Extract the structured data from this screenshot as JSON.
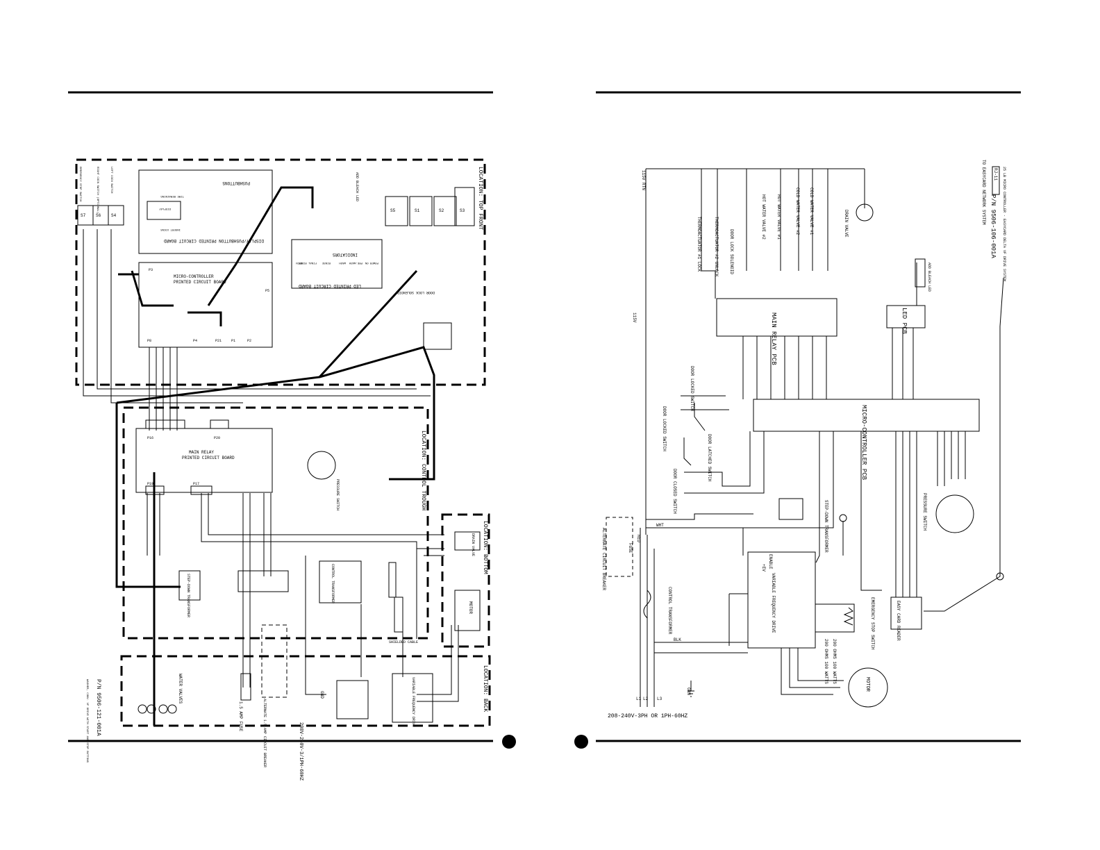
{
  "left_sheet": {
    "locations": {
      "top_front": "LOCATION: TOP FRONT",
      "control_trough": "LOCATION: CONTROL TROUGH",
      "bottom": "LOCATION: BOTTOM",
      "back": "LOCATION: BACK"
    },
    "boards": {
      "display": "DISPLAY/PUSHBUTTON PRINTED CIRCUIT BOARD",
      "pushbuttons": "PUSHBUTTONS",
      "micro": "MICRO-CONTROLLER",
      "micro2": "PRINTED CIRCUIT BOARD",
      "indicators": "INDICATORS",
      "led_board": "LED PRINTED CIRCUIT BOARD",
      "main_relay": "MAIN RELAY",
      "main_relay2": "PRINTED CIRCUIT BOARD"
    },
    "labels": {
      "add_bleach_led": "ADD BLEACH LED",
      "door_lock_solenoid": "DOOR LOCK SOLENOID",
      "pressure_switch": "PRESSURE SWITCH",
      "drain_valve": "DRAIN VALVE",
      "motor": "MOTOR",
      "step_down_transformer": "STEP-DOWN TRANSFORMER",
      "control_transformer": "CONTROL TRANSFORMER",
      "water_valves": "WATER VALVES",
      "fuse": "1.5 AMP FUSE",
      "alt_breaker": "ALTERNATE 1.5 AMP CIRCUIT BREAKER",
      "shielded_cable": "SHIELDED CABLE",
      "vfd": "VARIABLE FREQUENCY DRIVE",
      "gnd": "GND",
      "power_spec": "208V-240V-3/1PH-60HZ",
      "part_no": "P/N 9506-121-001A",
      "part_desc": "WASHER, CONV. VF DRIVE WITH START AND STOP BUTTONS",
      "s7": "S7",
      "s6": "S6",
      "s4": "S4",
      "s3": "S3",
      "s2": "S2",
      "s1": "S1",
      "s5": "S5",
      "emergency": "EMERGENCY STOP SWITCH",
      "right_coin": "RIGHT COIN SWITCH (OPTIONAL)",
      "left_coin": "LEFT COIN SWITCH",
      "p3": "P3",
      "p5": "P5",
      "p8": "P8",
      "p4": "P4",
      "p21": "P21",
      "p1": "P1",
      "p2": "P2",
      "p16": "P16",
      "p20": "P20",
      "p19": "P19",
      "p17": "P17",
      "insert_coins": "INSERT COINS",
      "time_remaining": "TIME REMAINING",
      "display": "DISPLAY",
      "led_labels": [
        "POWER ON",
        "PRE-WASH",
        "WASH",
        "RINSE",
        "FINAL RINSE",
        "SPIN"
      ]
    }
  },
  "right_sheet": {
    "main_relay_pcb": "MAIN RELAY PCB",
    "led_pcb": "LED PCB",
    "micro_pcb": "MICRO-CONTROLLER PCB",
    "vfd": "VARIABLE FREQUENCY DRIVE",
    "power_spec": "208-240V-3PH OR 1PH-60HZ",
    "part_no": "P/N 9506-106-001A",
    "part_desc": "25 LB MICRO CONTROLLER - EASYCARD DELTA VF DRIVE SYSTEM",
    "to_easycard": "TO EASYCARD NETWORK SYSTEM",
    "rj11": "RJ-11",
    "add_bleach_led": "ADD BLEACH LED",
    "components": [
      "THERMOACTUATOR #1 LOCK",
      "THERMOACTUATOR #2 UNLOCK",
      "DOOR LOCK SOLENOID",
      "HOT WATER VALVE #2",
      "HOT WATER VALVE #1",
      "COLD WATER VALVE #2",
      "COLD WATER VALVE #1",
      "DRAIN VALVE"
    ],
    "switches": [
      "DOOR LOCKED SWITCH",
      "DOOR LOCKED SWITCH",
      "DOOR LATCHED SWITCH",
      "DOOR CLOSED SWITCH"
    ],
    "step_down": "STEP-DOWN TRANSFORMER",
    "control_transformer": "CONTROL TRANSFORMER",
    "alt_breaker": "ALTERNATE CIRCUIT BREAKER",
    "fuse": "FUSE",
    "pressure_switch": "PRESSURE SWITCH",
    "emergency": "EMERGENCY STOP SWITCH",
    "easy_card": "EASY CARD READER",
    "resistor1": "200 OHMS 100 WATTS",
    "resistor2": "200 OHMS 100 WATTS",
    "motor": "MOTOR",
    "enable": "ENABLE",
    "ev": "+EV",
    "v115_rtn": "115V RTN",
    "v115": "115V",
    "lines": [
      "L1",
      "L2",
      "L3"
    ],
    "grn": "GRN",
    "blk": "BLK",
    "wht": "WHT",
    "red": "RED"
  },
  "page_markers": [
    "●",
    "●"
  ]
}
